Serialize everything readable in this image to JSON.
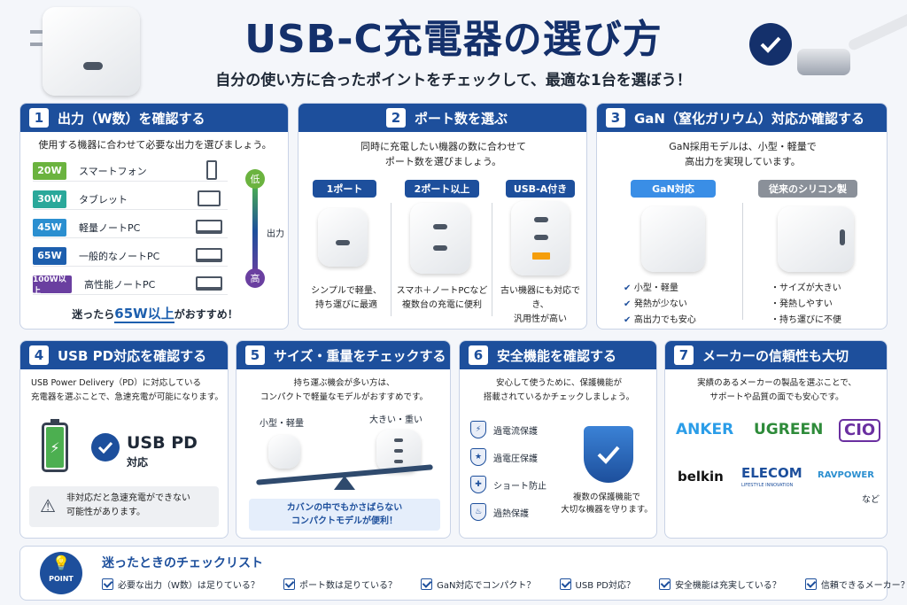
{
  "header": {
    "title": "USB-C充電器の選び方",
    "subtitle": "自分の使い方に合ったポイントをチェックして、最適な1台を選ぼう！"
  },
  "colors": {
    "primary": "#1d4f9c",
    "title": "#14306b"
  },
  "card1": {
    "num": "1",
    "title": "出力（W数）を確認する",
    "desc": "使用する機器に合わせて必要な出力を選びましょう。",
    "rows": [
      {
        "watt": "20W",
        "label": "スマートフォン",
        "color": "#6bb33f"
      },
      {
        "watt": "30W",
        "label": "タブレット",
        "color": "#2aa89a"
      },
      {
        "watt": "45W",
        "label": "軽量ノートPC",
        "color": "#2b8fd0"
      },
      {
        "watt": "65W",
        "label": "一般的なノートPC",
        "color": "#1d5fae"
      },
      {
        "watt": "100W以上",
        "label": "高性能ノートPC",
        "color": "#6a3fa0"
      }
    ],
    "low": "低",
    "high": "高",
    "axis": "出力",
    "recommend_pre": "迷ったら",
    "recommend_hl": "65W以上",
    "recommend_post": "がおすすめ！"
  },
  "card2": {
    "num": "2",
    "title": "ポート数を選ぶ",
    "desc1": "同時に充電したい機器の数に合わせて",
    "desc2": "ポート数を選びましょう。",
    "opts": [
      {
        "label": "1ポート",
        "note1": "シンプルで軽量、",
        "note2": "持ち運びに最適"
      },
      {
        "label": "2ポート以上",
        "note1": "スマホ＋ノートPCなど",
        "note2": "複数台の充電に便利"
      },
      {
        "label": "USB-A付き",
        "note1": "古い機器にも対応でき、",
        "note2": "汎用性が高い"
      }
    ]
  },
  "card3": {
    "num": "3",
    "title": "GaN（窒化ガリウム）対応か確認する",
    "desc1": "GaN採用モデルは、小型・軽量で",
    "desc2": "高出力を実現しています。",
    "gan_label": "GaN対応",
    "si_label": "従来のシリコン製",
    "gan_points": [
      "小型・軽量",
      "発熱が少ない",
      "高出力でも安心"
    ],
    "si_points": [
      "・サイズが大きい",
      "・発熱しやすい",
      "・持ち運びに不便"
    ]
  },
  "card4": {
    "num": "4",
    "title": "USB PD対応を確認する",
    "desc1": "USB Power Delivery（PD）に対応している",
    "desc2": "充電器を選ぶことで、急速充電が可能になります。",
    "badge": "USB PD",
    "badge_sub": "対応",
    "warn1": "非対応だと急速充電ができない",
    "warn2": "可能性があります。"
  },
  "card5": {
    "num": "5",
    "title": "サイズ・重量をチェックする",
    "desc1": "持ち運ぶ機会が多い方は、",
    "desc2": "コンパクトで軽量なモデルがおすすめです。",
    "small_label": "小型・軽量",
    "big_label": "大きい・重い",
    "note1": "カバンの中でもかさばらない",
    "note2": "コンパクトモデルが便利！"
  },
  "card6": {
    "num": "6",
    "title": "安全機能を確認する",
    "desc1": "安心して使うために、保護機能が",
    "desc2": "搭載されているかチェックしましょう。",
    "features": [
      "過電流保護",
      "過電圧保護",
      "ショート防止",
      "過熱保護"
    ],
    "note1": "複数の保護機能で",
    "note2": "大切な機器を守ります。"
  },
  "card7": {
    "num": "7",
    "title": "メーカーの信頼性も大切",
    "desc1": "実績のあるメーカーの製品を選ぶことで、",
    "desc2": "サポートや品質の面でも安心です。",
    "brands": [
      "ANKER",
      "UGREEN",
      "CIO",
      "belkin",
      "ELECOM",
      "RAVPOWER"
    ],
    "elecom_sub": "LIFESTYLE INNOVATION",
    "etc": "など"
  },
  "checklist": {
    "title": "迷ったときのチェックリスト",
    "point": "POINT",
    "items": [
      "必要な出力（W数）は足りている？",
      "ポート数は足りている？",
      "GaN対応でコンパクト？",
      "USB PD対応？",
      "安全機能は充実している？",
      "信頼できるメーカー？"
    ]
  }
}
